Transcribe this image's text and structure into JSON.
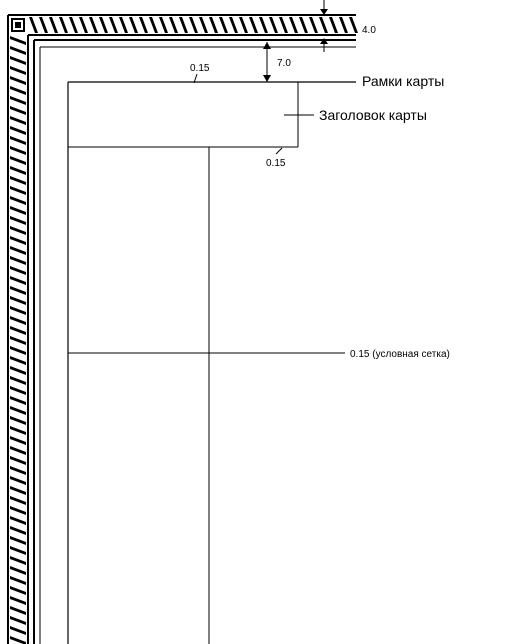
{
  "diagram": {
    "labels": {
      "border_width": "4.0",
      "gap_to_frame": "7.0",
      "frame_line_top": "0.15",
      "frame_label": "Рамки карты",
      "title_block_label": "Заголовок карты",
      "title_block_line": "0.15",
      "grid_label": "0.15 (условная сетка)"
    },
    "colors": {
      "ink": "#000000",
      "paper": "#ffffff"
    }
  }
}
